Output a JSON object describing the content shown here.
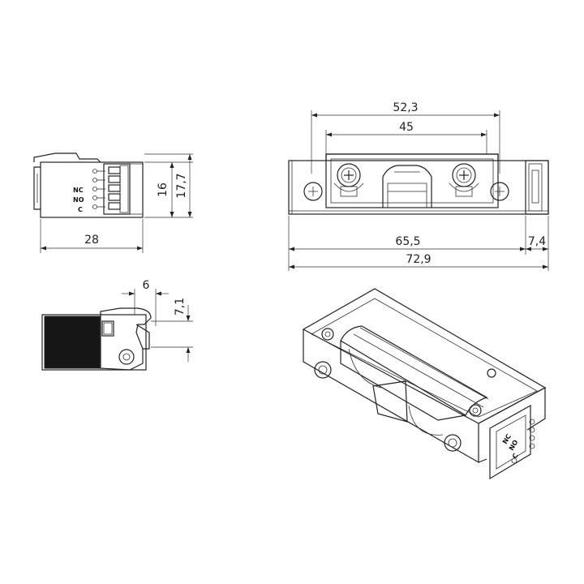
{
  "dimensions": {
    "side_width": "28",
    "side_height_inner": "16",
    "side_height_outer": "17,7",
    "front_top_outer": "52,3",
    "front_top_inner": "45",
    "front_bottom_body": "65,5",
    "front_bottom_tab": "7,4",
    "front_bottom_total": "72,9",
    "section_width": "6",
    "section_height": "7,1"
  },
  "terminals": [
    "NC",
    "NO",
    "C"
  ],
  "iso_terminals": [
    "NC",
    "NO",
    "C"
  ]
}
